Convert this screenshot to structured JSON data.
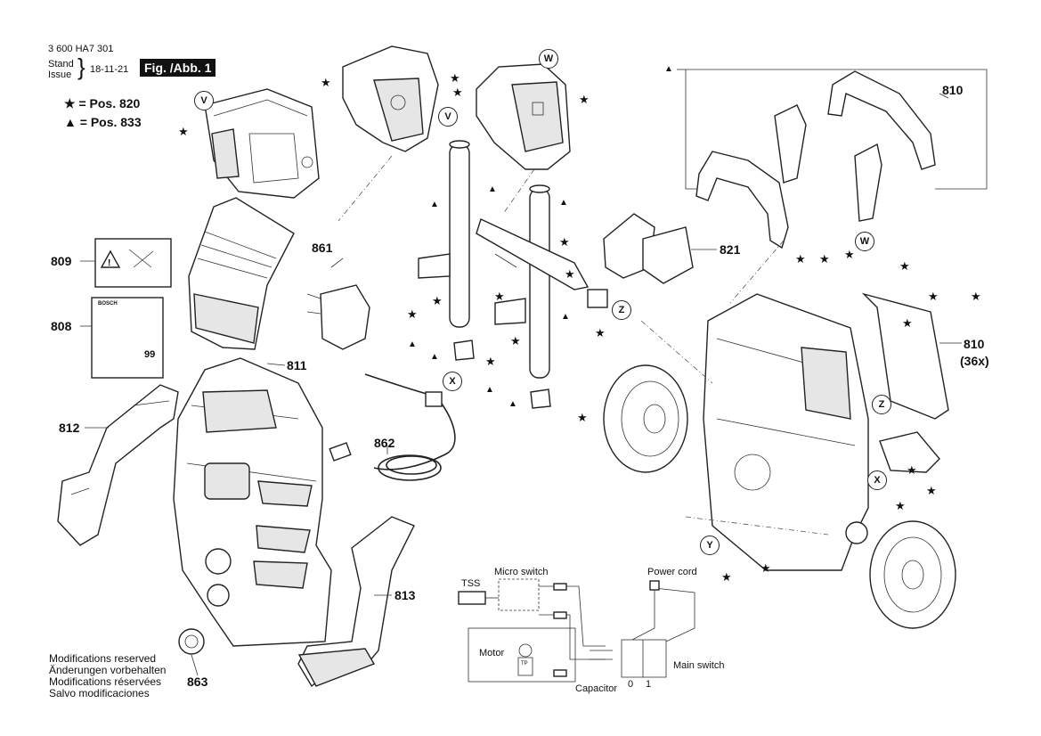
{
  "header": {
    "part_number": "3 600 HA7 301",
    "stand_label": "Stand",
    "issue_label": "Issue",
    "date": "18-11-21",
    "figure_label": "Fig. /Abb. 1"
  },
  "legend": {
    "star_text": "= Pos. 820",
    "triangle_text": "= Pos. 833"
  },
  "positions": {
    "p808": "808",
    "p809": "809",
    "p810": "810",
    "p810b": "810",
    "p810b_qty": "(36x)",
    "p811": "811",
    "p812": "812",
    "p813": "813",
    "p821": "821",
    "p861": "861",
    "p862": "862",
    "p863": "863"
  },
  "callouts": {
    "v1": "V",
    "v2": "V",
    "w1": "W",
    "w2": "W",
    "x1": "X",
    "x2": "X",
    "y1": "Y",
    "z1": "Z",
    "z2": "Z"
  },
  "label_808": {
    "brand": "BOSCH",
    "number": "99"
  },
  "schematic": {
    "micro_switch": "Micro switch",
    "tss": "TSS",
    "power_cord": "Power cord",
    "motor": "Motor",
    "tp": "TP",
    "capacitor": "Capacitor",
    "main_switch": "Main switch",
    "pos0": "0",
    "pos1": "1"
  },
  "footer": {
    "line1": "Modifications reserved",
    "line2": "Änderungen vorbehalten",
    "line3": "Modifications réservées",
    "line4": "Salvo modificaciones"
  }
}
